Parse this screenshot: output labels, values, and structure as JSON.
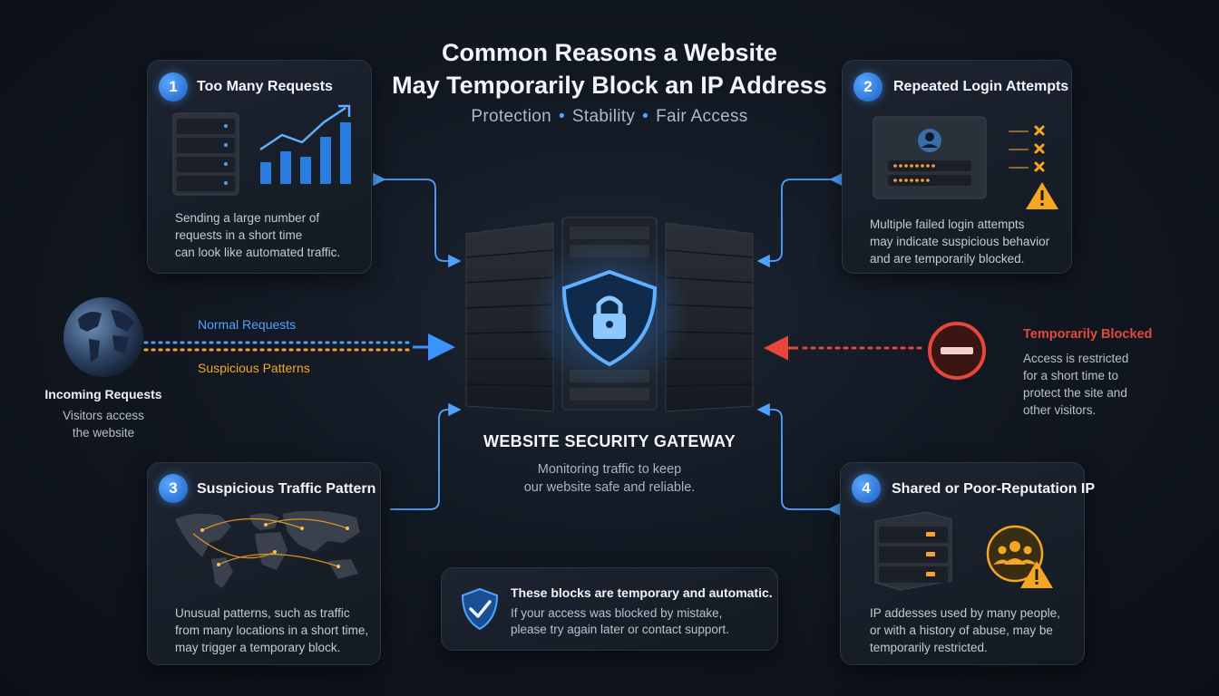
{
  "header": {
    "title_line1": "Common Reasons a Website",
    "title_line2": "May Temporarily Block an IP Address",
    "tagline": [
      "Protection",
      "Stability",
      "Fair Access"
    ]
  },
  "cards": [
    {
      "number": "1",
      "title": "Too Many Requests",
      "desc": [
        "Sending a large number of",
        "requests in a short time",
        "can look like automated traffic."
      ]
    },
    {
      "number": "2",
      "title": "Repeated Login Attempts",
      "desc": [
        "Multiple failed login attempts",
        "may indicate suspicious behavior",
        "and are temporarily blocked."
      ]
    },
    {
      "number": "3",
      "title": "Suspicious Traffic Pattern",
      "desc": [
        "Unusual patterns, such as traffic",
        "from many locations in a short time,",
        "may trigger a temporary block."
      ]
    },
    {
      "number": "4",
      "title": "Shared or Poor-Reputation IP",
      "desc": [
        "IP addesses used by many people,",
        "or with a history of abuse, may be",
        "temporarily restricted."
      ]
    }
  ],
  "incoming": {
    "title": "Incoming Requests",
    "desc": [
      "Visitors access",
      "the website"
    ]
  },
  "flows": {
    "normal": "Normal Requests",
    "suspicious": "Suspicious Patterns"
  },
  "blocked": {
    "title": "Temporarily Blocked",
    "desc": [
      "Access is restricted",
      "for a short time to",
      "protect the site and",
      "other visitors."
    ]
  },
  "gateway": {
    "label": "WEBSITE SECURITY GATEWAY",
    "desc": [
      "Monitoring traffic to keep",
      "our website safe and reliable."
    ]
  },
  "note": {
    "title": "These blocks are temporary and automatic.",
    "desc": [
      "If your access was blocked by mistake,",
      "please try again later or contact support."
    ]
  },
  "colors": {
    "accent": "#4fa3ff",
    "warning": "#f5a623",
    "danger": "#e5483a",
    "background": "#121822"
  },
  "icons": [
    "server-icon",
    "bar-chart-icon",
    "user-icon",
    "password-dots-icon",
    "failed-x-icon",
    "warning-icon",
    "globe-icon",
    "world-map-icon",
    "users-group-icon",
    "shield-lock-icon",
    "blocked-icon",
    "shield-check-icon",
    "brick-wall-icon"
  ]
}
